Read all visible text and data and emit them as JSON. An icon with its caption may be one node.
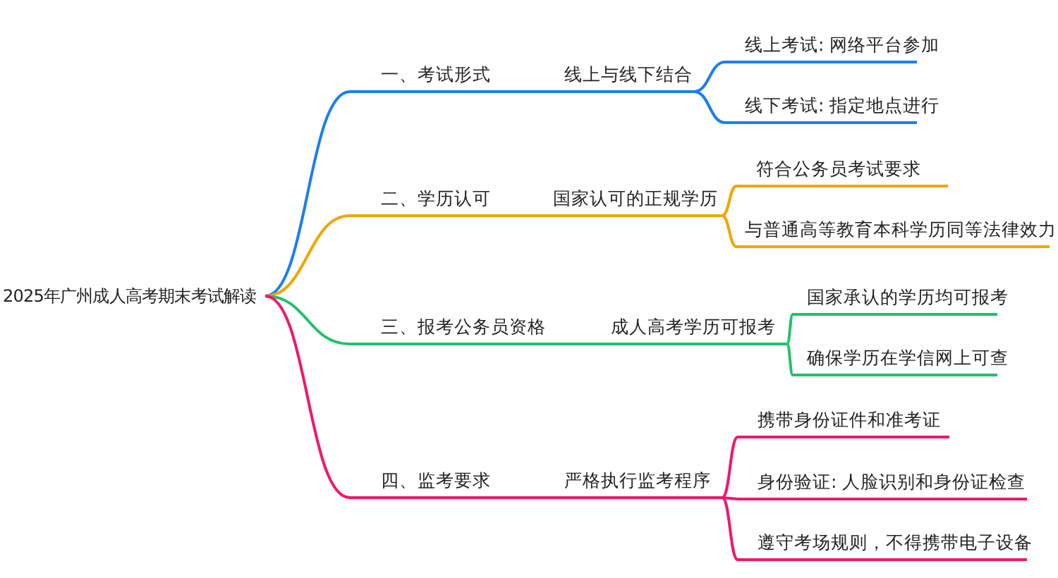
{
  "diagram": {
    "nodes": [
      {
        "text": [
          "2025年广州成人高考期末考试解读"
        ]
      },
      {
        "text": [
          "一、考试形式"
        ]
      },
      {
        "text": [
          "线上与线下结合"
        ]
      },
      {
        "text": [
          "线上考试: 网络平台参加"
        ]
      },
      {
        "text": [
          "线下考试: 指定地点进行"
        ]
      },
      {
        "text": [
          "二、学历认可"
        ]
      },
      {
        "text": [
          "国家认可的正规学历"
        ]
      },
      {
        "text": [
          "符合公务员考试要求"
        ]
      },
      {
        "text": [
          "与普通高等教育本科学历同等法律效力"
        ]
      },
      {
        "text": [
          "三、报考公务员资格"
        ]
      },
      {
        "text": [
          "成人高考学历可报考"
        ]
      },
      {
        "text": [
          "国家承认的学历均可报考"
        ]
      },
      {
        "text": [
          "确保学历在学信网上可查"
        ]
      },
      {
        "text": [
          "四、监考要求"
        ]
      },
      {
        "text": [
          "严格执行监考程序"
        ]
      },
      {
        "text": [
          "携带身份证件和准考证"
        ]
      },
      {
        "text": [
          "身份验证: 人脸识别和身份证检查"
        ]
      },
      {
        "text": [
          "遵守考场规则，不得携带电子设备"
        ]
      }
    ],
    "edges": [
      {
        "from": 0,
        "to": 1,
        "arrow": "none",
        "color": "#1a7ff0"
      },
      {
        "from": 1,
        "to": 2,
        "arrow": "none",
        "color": "#1a7ff0"
      },
      {
        "from": 2,
        "to": 3,
        "arrow": "none",
        "color": "#1a7ff0"
      },
      {
        "from": 2,
        "to": 4,
        "arrow": "none",
        "color": "#1a7ff0"
      },
      {
        "from": 0,
        "to": 5,
        "arrow": "none",
        "color": "#f0a500"
      },
      {
        "from": 5,
        "to": 6,
        "arrow": "none",
        "color": "#f0a500"
      },
      {
        "from": 6,
        "to": 7,
        "arrow": "none",
        "color": "#f0a500"
      },
      {
        "from": 6,
        "to": 8,
        "arrow": "none",
        "color": "#f0a500"
      },
      {
        "from": 0,
        "to": 9,
        "arrow": "none",
        "color": "#22c06a"
      },
      {
        "from": 9,
        "to": 10,
        "arrow": "none",
        "color": "#22c06a"
      },
      {
        "from": 10,
        "to": 11,
        "arrow": "none",
        "color": "#22c06a"
      },
      {
        "from": 10,
        "to": 12,
        "arrow": "none",
        "color": "#22c06a"
      },
      {
        "from": 0,
        "to": 13,
        "arrow": "none",
        "color": "#f0186a"
      },
      {
        "from": 13,
        "to": 14,
        "arrow": "none",
        "color": "#f0186a"
      },
      {
        "from": 14,
        "to": 15,
        "arrow": "none",
        "color": "#f0186a"
      },
      {
        "from": 14,
        "to": 16,
        "arrow": "none",
        "color": "#f0186a"
      },
      {
        "from": 14,
        "to": 17,
        "arrow": "none",
        "color": "#f0186a"
      }
    ]
  }
}
